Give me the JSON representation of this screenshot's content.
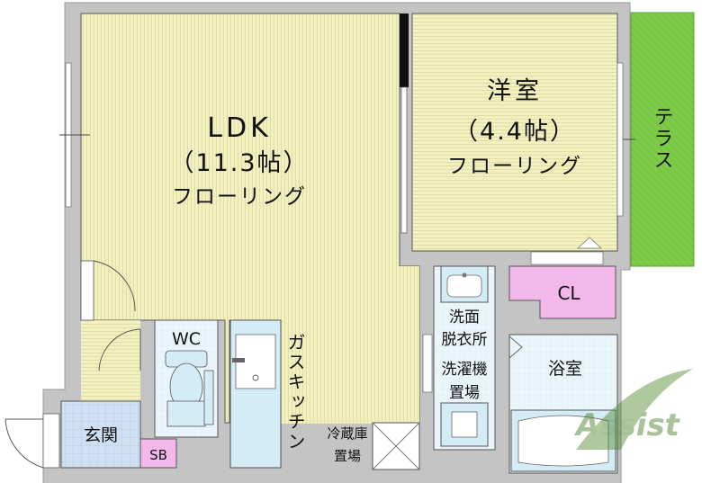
{
  "rooms": {
    "ldk": {
      "name": "LDK",
      "size": "（11.3帖）",
      "floor": "フローリング"
    },
    "yoshitsu": {
      "name": "洋室",
      "size": "（4.4帖）",
      "floor": "フローリング"
    },
    "terrace": {
      "name": "テラス"
    },
    "cl": {
      "name": "CL"
    },
    "wc": {
      "name": "WC"
    },
    "senmen": {
      "line1": "洗面",
      "line2": "脱衣所"
    },
    "sentakuki": {
      "line1": "洗濯機",
      "line2": "置場"
    },
    "yokushitsu": {
      "name": "浴室"
    },
    "kitchen": {
      "name": "ガスキッチン"
    },
    "reizoko": {
      "line1": "冷蔵庫",
      "line2": "置場"
    },
    "genkan": {
      "name": "玄関"
    },
    "sb": {
      "name": "SB"
    }
  },
  "watermark": {
    "text": "Assist"
  },
  "colors": {
    "floor_yellow": "#f2efc0",
    "stripe": "#e2dda0",
    "terrace_green": "#7ecb4a",
    "closet_pink": "#f2b8ea",
    "wet_blue": "#d4ecf6",
    "genkan_tile": "#cfe0f3",
    "wall_gray": "#c4c4c4"
  }
}
